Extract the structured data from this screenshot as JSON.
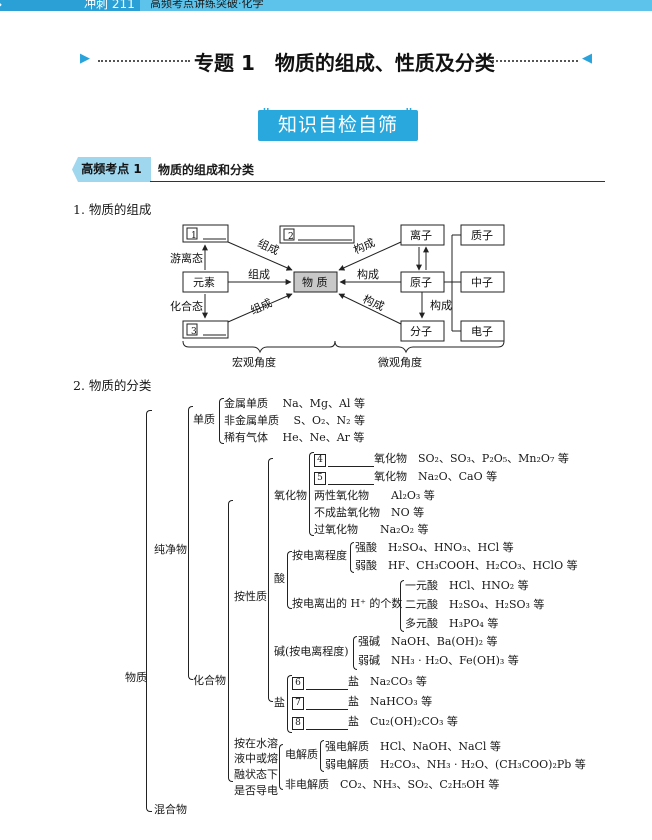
{
  "header": {
    "series": "冲刺 211",
    "book": "高频考点讲练突破·化学"
  },
  "topic_title": "专题 1　物质的组成、性质及分类",
  "badge": "知识自检自筛",
  "section": {
    "tag": "高频考点 1",
    "title": "物质的组成和分类"
  },
  "part1": {
    "heading": "1. 物质的组成",
    "boxes": {
      "b1": "1",
      "b2": "2",
      "b3": "3"
    },
    "element": "元素",
    "substance": "物 质",
    "ion": "离子",
    "atom": "原子",
    "molecule": "分子",
    "proton": "质子",
    "neutron": "中子",
    "electron": "电子",
    "free": "游离态",
    "combined": "化合态",
    "zucheng": "组成",
    "goucheng": "构成",
    "macro": "宏观角度",
    "micro": "微观角度"
  },
  "part2": {
    "heading": "2. 物质的分类",
    "root": "物质",
    "pure": "纯净物",
    "mixture": "混合物",
    "simple": "单质",
    "compound": "化合物",
    "simple_items": [
      {
        "name": "金属单质",
        "ex": "Na、Mg、Al 等"
      },
      {
        "name": "非金属单质",
        "ex": "S、O₂、N₂ 等"
      },
      {
        "name": "稀有气体",
        "ex": "He、Ne、Ar 等"
      }
    ],
    "by_property": "按性质",
    "oxide": "氧化物",
    "oxide_items": [
      {
        "num": "4",
        "name": "氧化物",
        "ex": "SO₂、SO₃、P₂O₅、Mn₂O₇ 等"
      },
      {
        "num": "5",
        "name": "氧化物",
        "ex": "Na₂O、CaO 等"
      },
      {
        "name": "两性氧化物",
        "ex": "Al₂O₃ 等"
      },
      {
        "name": "不成盐氧化物",
        "ex": "NO 等"
      },
      {
        "name": "过氧化物",
        "ex": "Na₂O₂ 等"
      }
    ],
    "acid": "酸",
    "acid_by_ion": "按电离程度",
    "acid_strength": [
      {
        "name": "强酸",
        "ex": "H₂SO₄、HNO₃、HCl 等"
      },
      {
        "name": "弱酸",
        "ex": "HF、CH₃COOH、H₂CO₃、HClO 等"
      }
    ],
    "acid_by_h": "按电离出的 H⁺ 的个数",
    "acid_h_items": [
      {
        "name": "一元酸",
        "ex": "HCl、HNO₂ 等"
      },
      {
        "name": "二元酸",
        "ex": "H₂SO₄、H₂SO₃ 等"
      },
      {
        "name": "多元酸",
        "ex": "H₃PO₄ 等"
      }
    ],
    "base": "碱(按电离程度)",
    "base_items": [
      {
        "name": "强碱",
        "ex": "NaOH、Ba(OH)₂ 等"
      },
      {
        "name": "弱碱",
        "ex": "NH₃ · H₂O、Fe(OH)₃ 等"
      }
    ],
    "salt": "盐",
    "salt_items": [
      {
        "num": "6",
        "name": "盐",
        "ex": "Na₂CO₃ 等"
      },
      {
        "num": "7",
        "name": "盐",
        "ex": "NaHCO₃ 等"
      },
      {
        "num": "8",
        "name": "盐",
        "ex": "Cu₂(OH)₂CO₃ 等"
      }
    ],
    "conduct": [
      "按在水溶",
      "液中或熔",
      "融状态下",
      "是否导电"
    ],
    "electrolyte": "电解质",
    "electrolyte_items": [
      {
        "name": "强电解质",
        "ex": "HCl、NaOH、NaCl 等"
      },
      {
        "name": "弱电解质",
        "ex": "H₂CO₃、NH₃ · H₂O、(CH₃COO)₂Pb 等"
      }
    ],
    "non_electrolyte": {
      "name": "非电解质",
      "ex": "CO₂、NH₃、SO₂、C₂H₅OH 等"
    }
  },
  "colors": {
    "accent": "#29a8de",
    "tag": "#9fd7ef",
    "header_bar": "#5ec3ea",
    "substance_fill": "#c8c8c8"
  }
}
